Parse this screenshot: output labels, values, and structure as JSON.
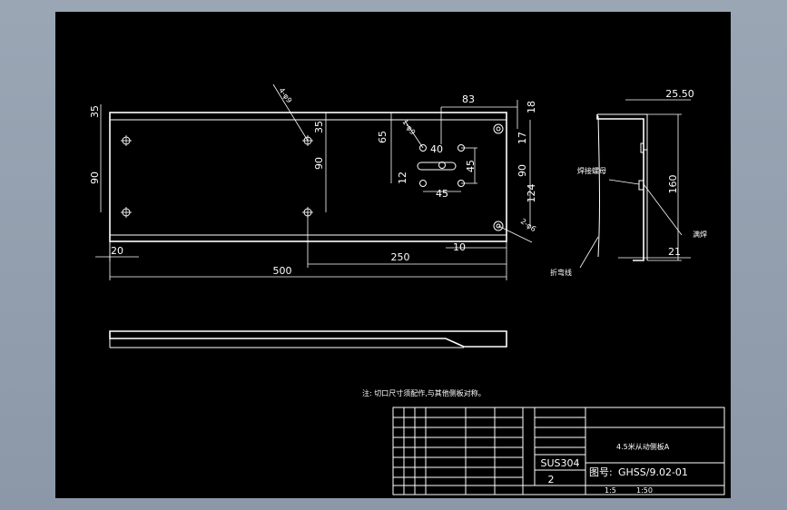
{
  "colors": {
    "background": "#929eac",
    "sheet": "#000000",
    "lines": "#ffffff"
  },
  "front_view": {
    "dims": {
      "d35_left": "35",
      "d90_left": "90",
      "d20": "20",
      "d500": "500",
      "d250": "250",
      "d10": "10",
      "d35_mid": "35",
      "d90_mid": "90",
      "d83": "83",
      "d18": "18",
      "d65": "65",
      "d40": "40",
      "d45_v": "45",
      "d12": "12",
      "d45_h": "45",
      "d17": "17",
      "d90_right": "90",
      "d124": "124"
    },
    "hole_callouts": {
      "holes_4": "4-φ9",
      "holes_1": "1-φ9",
      "holes_2": "2-φ6"
    }
  },
  "side_view": {
    "dims": {
      "d25_50": "25.50",
      "d160": "160",
      "d21": "21"
    },
    "notes": {
      "weld_left": "焊接螺母",
      "weld_right": "满焊",
      "bend_line": "折弯线"
    }
  },
  "note": "注: 切口尺寸须配作,与其他侧板对称。",
  "title_block": {
    "material": "SUS304",
    "quantity": "2",
    "part_name": "4.5米从动侧板A",
    "drawing_label": "图号:",
    "drawing_no": "GHSS/9.02-01",
    "scale_value": "1:5",
    "sheet_value": "1:50"
  }
}
